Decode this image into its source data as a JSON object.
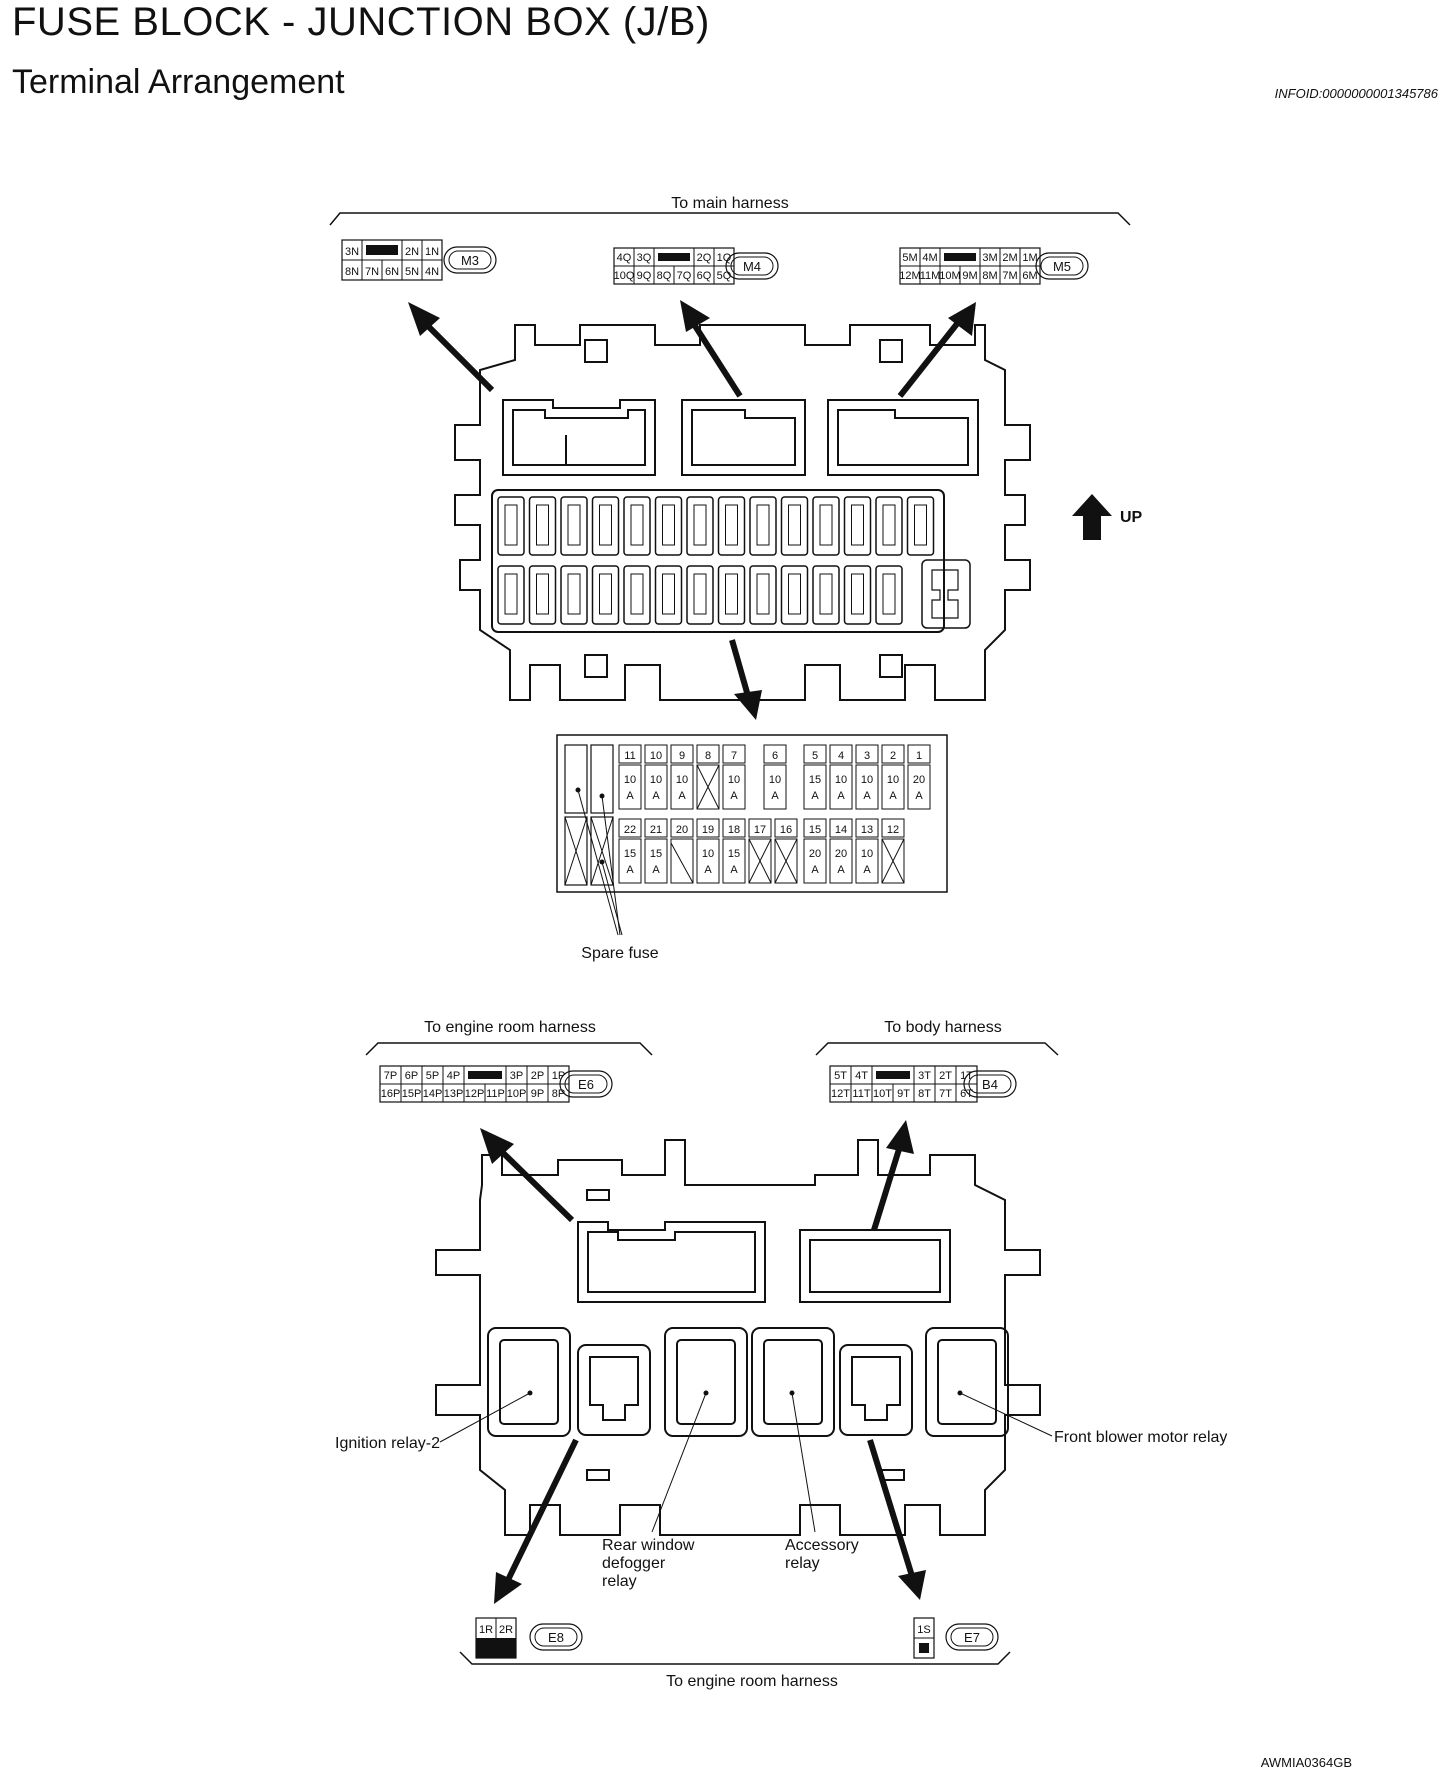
{
  "title": "FUSE BLOCK - JUNCTION BOX (J/B)",
  "subtitle": "Terminal Arrangement",
  "info_id": "INFOID:0000000001345786",
  "figure_id": "AWMIA0364GB",
  "labels": {
    "to_main_harness": "To main harness",
    "to_engine_room_harness_top": "To engine room harness",
    "to_body_harness": "To body harness",
    "to_engine_room_harness_bottom": "To engine room harness",
    "up": "UP",
    "spare_fuse": "Spare fuse",
    "ignition_relay_2": "Ignition relay-2",
    "rear_window_defogger_relay_1": "Rear window",
    "rear_window_defogger_relay_2": "defogger",
    "rear_window_defogger_relay_3": "relay",
    "accessory_relay_1": "Accessory",
    "accessory_relay_2": "relay",
    "front_blower_motor_relay": "Front blower motor relay"
  },
  "connectors": {
    "M3": {
      "id": "M3",
      "top": [
        "3N",
        "■",
        "2N",
        "1N"
      ],
      "bottom": [
        "8N",
        "7N",
        "6N",
        "5N",
        "4N"
      ]
    },
    "M4": {
      "id": "M4",
      "top": [
        "4Q",
        "3Q",
        "■",
        "2Q",
        "1Q"
      ],
      "bottom": [
        "10Q",
        "9Q",
        "8Q",
        "7Q",
        "6Q",
        "5Q"
      ]
    },
    "M5": {
      "id": "M5",
      "top": [
        "5M",
        "4M",
        "■",
        "3M",
        "2M",
        "1M"
      ],
      "bottom": [
        "12M",
        "11M",
        "10M",
        "9M",
        "8M",
        "7M",
        "6M"
      ]
    },
    "E6": {
      "id": "E6",
      "top": [
        "7P",
        "6P",
        "5P",
        "4P",
        "■",
        "3P",
        "2P",
        "1P"
      ],
      "bottom": [
        "16P",
        "15P",
        "14P",
        "13P",
        "12P",
        "11P",
        "10P",
        "9P",
        "8P"
      ]
    },
    "B4": {
      "id": "B4",
      "top": [
        "5T",
        "4T",
        "■",
        "3T",
        "2T",
        "1T"
      ],
      "bottom": [
        "12T",
        "11T",
        "10T",
        "9T",
        "8T",
        "7T",
        "6T"
      ]
    },
    "E8": {
      "id": "E8",
      "top": [
        "1R",
        "2R"
      ]
    },
    "E7": {
      "id": "E7",
      "top": [
        "1S"
      ]
    }
  },
  "fuses": {
    "top": [
      {
        "no": "11",
        "amp": "10",
        "unit": "A"
      },
      {
        "no": "10",
        "amp": "10",
        "unit": "A"
      },
      {
        "no": "9",
        "amp": "10",
        "unit": "A"
      },
      {
        "no": "8",
        "amp": "",
        "unit": "",
        "empty": true
      },
      {
        "no": "7",
        "amp": "10",
        "unit": "A"
      },
      {
        "no": "6",
        "amp": "10",
        "unit": "A"
      },
      {
        "no": "5",
        "amp": "15",
        "unit": "A"
      },
      {
        "no": "4",
        "amp": "10",
        "unit": "A"
      },
      {
        "no": "3",
        "amp": "10",
        "unit": "A"
      },
      {
        "no": "2",
        "amp": "10",
        "unit": "A"
      },
      {
        "no": "1",
        "amp": "20",
        "unit": "A"
      }
    ],
    "bottom": [
      {
        "no": "22",
        "amp": "15",
        "unit": "A"
      },
      {
        "no": "21",
        "amp": "15",
        "unit": "A"
      },
      {
        "no": "20",
        "amp": "",
        "unit": "",
        "slash": true
      },
      {
        "no": "19",
        "amp": "10",
        "unit": "A"
      },
      {
        "no": "18",
        "amp": "15",
        "unit": "A"
      },
      {
        "no": "17",
        "amp": "",
        "unit": "",
        "empty": true
      },
      {
        "no": "16",
        "amp": "",
        "unit": "",
        "empty": true
      },
      {
        "no": "15",
        "amp": "20",
        "unit": "A"
      },
      {
        "no": "14",
        "amp": "20",
        "unit": "A"
      },
      {
        "no": "13",
        "amp": "10",
        "unit": "A"
      },
      {
        "no": "12",
        "amp": "",
        "unit": "",
        "empty": true
      }
    ]
  }
}
